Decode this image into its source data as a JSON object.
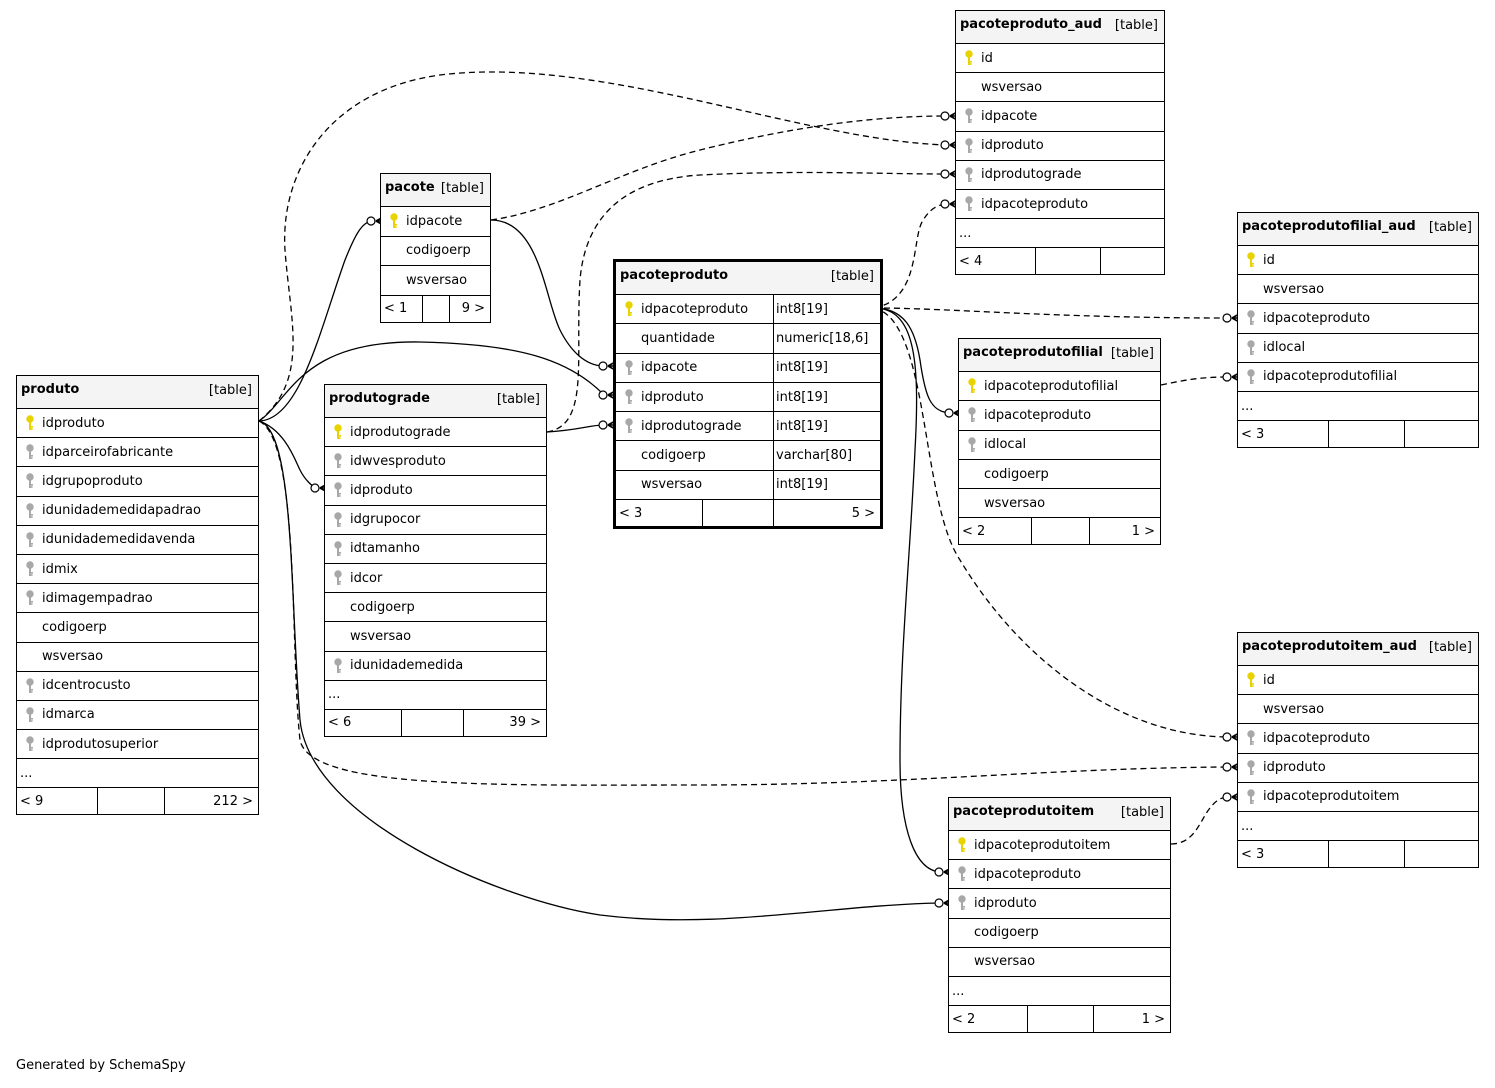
{
  "footer_text": "Generated by SchemaSpy",
  "colors": {
    "primary_key": "#e8d200",
    "foreign_key": "#a8a8a8",
    "header_bg": "#f4f4f4"
  },
  "tables": [
    {
      "id": "produto",
      "name": "produto",
      "type": "[table]",
      "columns": [
        {
          "name": "idproduto",
          "key": "pk"
        },
        {
          "name": "idparceirofabricante",
          "key": "fk"
        },
        {
          "name": "idgrupoproduto",
          "key": "fk"
        },
        {
          "name": "idunidademedidapadrao",
          "key": "fk"
        },
        {
          "name": "idunidademedidavenda",
          "key": "fk"
        },
        {
          "name": "idmix",
          "key": "fk"
        },
        {
          "name": "idimagempadrao",
          "key": "fk"
        },
        {
          "name": "codigoerp",
          "key": ""
        },
        {
          "name": "wsversao",
          "key": ""
        },
        {
          "name": "idcentrocusto",
          "key": "fk"
        },
        {
          "name": "idmarca",
          "key": "fk"
        },
        {
          "name": "idprodutosuperior",
          "key": "fk"
        }
      ],
      "ellipsis": "...",
      "footer": {
        "left": "< 9",
        "right": "212 >"
      }
    },
    {
      "id": "pacote",
      "name": "pacote",
      "type": "[table]",
      "columns": [
        {
          "name": "idpacote",
          "key": "pk"
        },
        {
          "name": "codigoerp",
          "key": ""
        },
        {
          "name": "wsversao",
          "key": ""
        }
      ],
      "footer": {
        "left": "< 1",
        "right": "9 >"
      }
    },
    {
      "id": "produtograde",
      "name": "produtograde",
      "type": "[table]",
      "columns": [
        {
          "name": "idprodutograde",
          "key": "pk"
        },
        {
          "name": "idwvesproduto",
          "key": "fk"
        },
        {
          "name": "idproduto",
          "key": "fk"
        },
        {
          "name": "idgrupocor",
          "key": "fk"
        },
        {
          "name": "idtamanho",
          "key": "fk"
        },
        {
          "name": "idcor",
          "key": "fk"
        },
        {
          "name": "codigoerp",
          "key": ""
        },
        {
          "name": "wsversao",
          "key": ""
        },
        {
          "name": "idunidademedida",
          "key": "fk"
        }
      ],
      "ellipsis": "...",
      "footer": {
        "left": "< 6",
        "right": "39 >"
      }
    },
    {
      "id": "pacoteproduto",
      "name": "pacoteproduto",
      "type": "[table]",
      "columns": [
        {
          "name": "idpacoteproduto",
          "key": "pk",
          "type": "int8[19]"
        },
        {
          "name": "quantidade",
          "key": "",
          "type": "numeric[18,6]"
        },
        {
          "name": "idpacote",
          "key": "fk",
          "type": "int8[19]"
        },
        {
          "name": "idproduto",
          "key": "fk",
          "type": "int8[19]"
        },
        {
          "name": "idprodutograde",
          "key": "fk",
          "type": "int8[19]"
        },
        {
          "name": "codigoerp",
          "key": "",
          "type": "varchar[80]"
        },
        {
          "name": "wsversao",
          "key": "",
          "type": "int8[19]"
        }
      ],
      "footer": {
        "left": "< 3",
        "right": "5 >"
      }
    },
    {
      "id": "pacoteproduto_aud",
      "name": "pacoteproduto_aud",
      "type": "[table]",
      "columns": [
        {
          "name": "id",
          "key": "pk"
        },
        {
          "name": "wsversao",
          "key": ""
        },
        {
          "name": "idpacote",
          "key": "fk"
        },
        {
          "name": "idproduto",
          "key": "fk"
        },
        {
          "name": "idprodutograde",
          "key": "fk"
        },
        {
          "name": "idpacoteproduto",
          "key": "fk"
        }
      ],
      "ellipsis": "...",
      "footer": {
        "left": "< 4",
        "right": ""
      }
    },
    {
      "id": "pacoteprodutofilial",
      "name": "pacoteprodutofilial",
      "type": "[table]",
      "columns": [
        {
          "name": "idpacoteprodutofilial",
          "key": "pk"
        },
        {
          "name": "idpacoteproduto",
          "key": "fk"
        },
        {
          "name": "idlocal",
          "key": "fk"
        },
        {
          "name": "codigoerp",
          "key": ""
        },
        {
          "name": "wsversao",
          "key": ""
        }
      ],
      "footer": {
        "left": "< 2",
        "right": "1 >"
      }
    },
    {
      "id": "pacoteprodutofilial_aud",
      "name": "pacoteprodutofilial_aud",
      "type": "[table]",
      "columns": [
        {
          "name": "id",
          "key": "pk"
        },
        {
          "name": "wsversao",
          "key": ""
        },
        {
          "name": "idpacoteproduto",
          "key": "fk"
        },
        {
          "name": "idlocal",
          "key": "fk"
        },
        {
          "name": "idpacoteprodutofilial",
          "key": "fk"
        }
      ],
      "ellipsis": "...",
      "footer": {
        "left": "< 3",
        "right": ""
      }
    },
    {
      "id": "pacoteprodutoitem_aud",
      "name": "pacoteprodutoitem_aud",
      "type": "[table]",
      "columns": [
        {
          "name": "id",
          "key": "pk"
        },
        {
          "name": "wsversao",
          "key": ""
        },
        {
          "name": "idpacoteproduto",
          "key": "fk"
        },
        {
          "name": "idproduto",
          "key": "fk"
        },
        {
          "name": "idpacoteprodutoitem",
          "key": "fk"
        }
      ],
      "ellipsis": "...",
      "footer": {
        "left": "< 3",
        "right": ""
      }
    },
    {
      "id": "pacoteprodutoitem",
      "name": "pacoteprodutoitem",
      "type": "[table]",
      "columns": [
        {
          "name": "idpacoteprodutoitem",
          "key": "pk"
        },
        {
          "name": "idpacoteproduto",
          "key": "fk"
        },
        {
          "name": "idproduto",
          "key": "fk"
        },
        {
          "name": "codigoerp",
          "key": ""
        },
        {
          "name": "wsversao",
          "key": ""
        }
      ],
      "ellipsis": "...",
      "footer": {
        "left": "< 2",
        "right": "1 >"
      }
    }
  ],
  "relationships": [
    {
      "from": "pacote.idpacote",
      "to": "pacoteproduto.idpacote",
      "style": "solid"
    },
    {
      "from": "produto.idproduto",
      "to": "pacoteproduto.idproduto",
      "style": "solid"
    },
    {
      "from": "produtograde.idprodutograde",
      "to": "pacoteproduto.idprodutograde",
      "style": "solid"
    },
    {
      "from": "produto.idproduto",
      "to": "produtograde.idproduto",
      "style": "solid"
    },
    {
      "from": "produto.idproduto",
      "to": "pacote",
      "style": "solid"
    },
    {
      "from": "pacoteproduto.idpacoteproduto",
      "to": "pacoteprodutofilial.idpacoteproduto",
      "style": "solid"
    },
    {
      "from": "pacoteproduto.idpacoteproduto",
      "to": "pacoteprodutoitem.idpacoteproduto",
      "style": "solid"
    },
    {
      "from": "produto.idproduto",
      "to": "pacoteprodutoitem.idproduto",
      "style": "solid"
    },
    {
      "from": "pacote.idpacote",
      "to": "pacoteproduto_aud.idpacote",
      "style": "dashed"
    },
    {
      "from": "produto.idproduto",
      "to": "pacoteproduto_aud.idproduto",
      "style": "dashed"
    },
    {
      "from": "produtograde.idprodutograde",
      "to": "pacoteproduto_aud.idprodutograde",
      "style": "dashed"
    },
    {
      "from": "pacoteproduto.idpacoteproduto",
      "to": "pacoteproduto_aud.idpacoteproduto",
      "style": "dashed"
    },
    {
      "from": "pacoteproduto.idpacoteproduto",
      "to": "pacoteprodutofilial_aud.idpacoteproduto",
      "style": "dashed"
    },
    {
      "from": "pacoteprodutofilial.idpacoteprodutofilial",
      "to": "pacoteprodutofilial_aud.idpacoteprodutofilial",
      "style": "dashed"
    },
    {
      "from": "pacoteproduto.idpacoteproduto",
      "to": "pacoteprodutoitem_aud.idpacoteproduto",
      "style": "dashed"
    },
    {
      "from": "produto.idproduto",
      "to": "pacoteprodutoitem_aud.idproduto",
      "style": "dashed"
    },
    {
      "from": "pacoteprodutoitem.idpacoteprodutoitem",
      "to": "pacoteprodutoitem_aud.idpacoteprodutoitem",
      "style": "dashed"
    }
  ]
}
